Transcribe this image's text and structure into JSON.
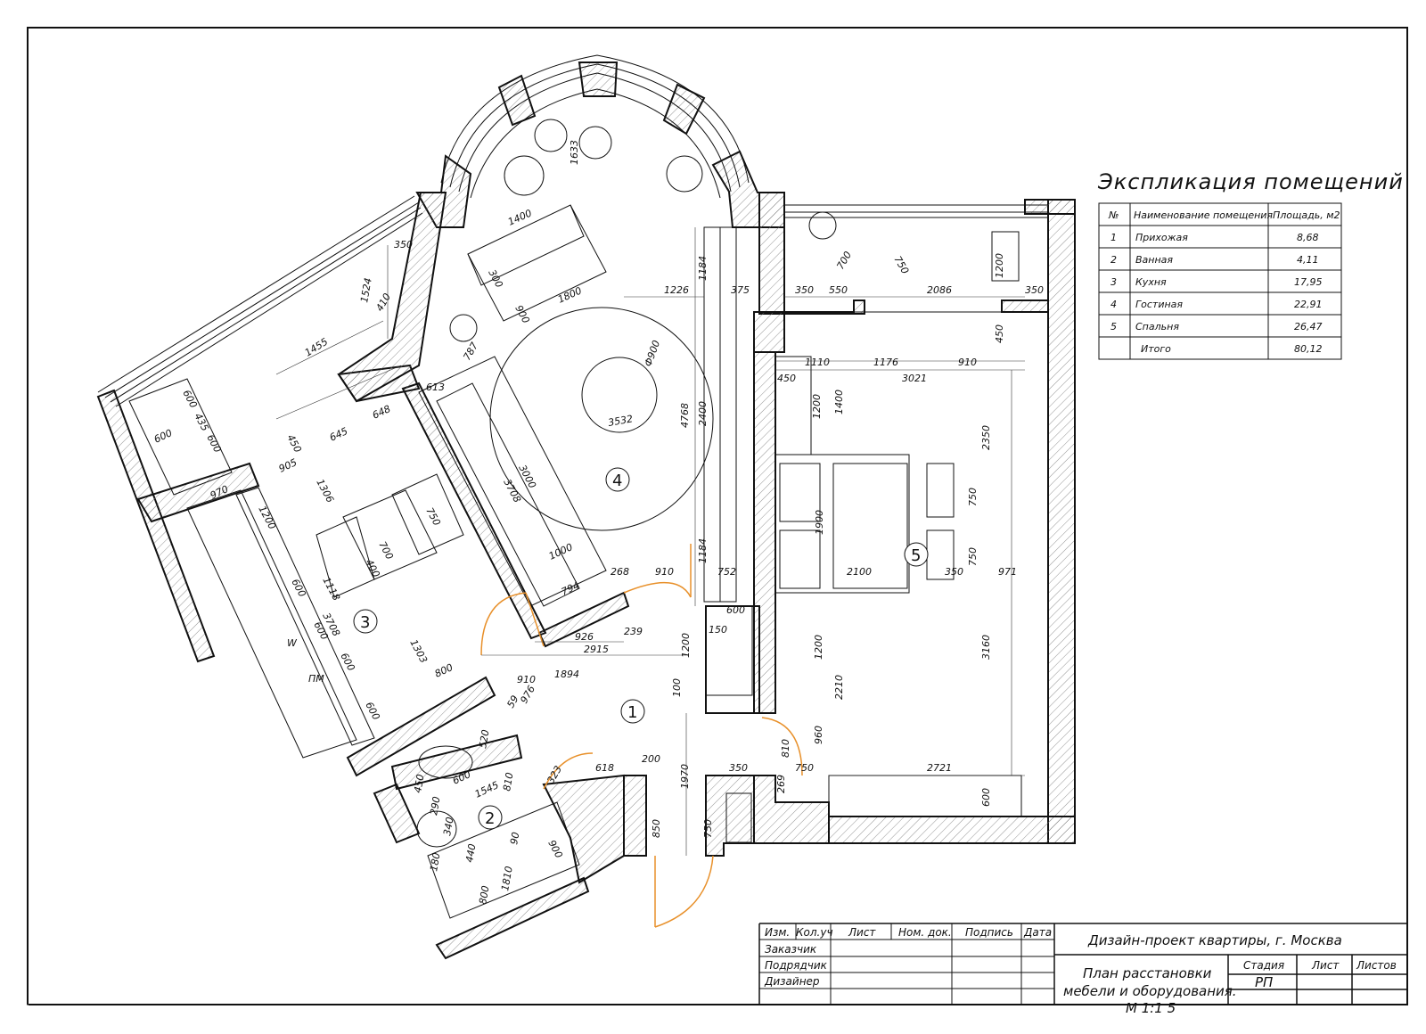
{
  "explication": {
    "title": "Экспликация помещений",
    "headers": [
      "№",
      "Наименование помещения",
      "Площадь, м2"
    ],
    "rows": [
      {
        "no": "1",
        "name": "Прихожая",
        "area": "8,68"
      },
      {
        "no": "2",
        "name": "Ванная",
        "area": "4,11"
      },
      {
        "no": "3",
        "name": "Кухня",
        "area": "17,95"
      },
      {
        "no": "4",
        "name": "Гостиная",
        "area": "22,91"
      },
      {
        "no": "5",
        "name": "Спальня",
        "area": "26,47"
      },
      {
        "no": "",
        "name": "Итого",
        "area": "80,12"
      }
    ]
  },
  "rooms": [
    "1",
    "2",
    "3",
    "4",
    "5"
  ],
  "labels": {
    "pm": "ПМ",
    "w": "W",
    "diameter": "Ф900"
  },
  "dimensions": [
    "1633",
    "1400",
    "300",
    "900",
    "1800",
    "1226",
    "1184",
    "375",
    "350",
    "550",
    "700",
    "750",
    "2086",
    "350",
    "1200",
    "450",
    "1524",
    "410",
    "350",
    "1455",
    "787",
    "613",
    "648",
    "645",
    "450",
    "905",
    "1306",
    "600",
    "435",
    "600",
    "600",
    "970",
    "1200",
    "750",
    "700",
    "1118",
    "400",
    "3708",
    "600",
    "600",
    "600",
    "600",
    "1303",
    "800",
    "926",
    "239",
    "2915",
    "910",
    "1894",
    "976",
    "59",
    "3532",
    "4768",
    "2400",
    "3000",
    "3708",
    "1000",
    "794",
    "268",
    "910",
    "752",
    "1184",
    "600",
    "150",
    "1200",
    "100",
    "1110",
    "1176",
    "910",
    "3021",
    "450",
    "1200",
    "1400",
    "2350",
    "1900",
    "2100",
    "350",
    "750",
    "750",
    "971",
    "1200",
    "2210",
    "3160",
    "960",
    "810",
    "750",
    "2721",
    "600",
    "269",
    "350",
    "1970",
    "750",
    "850",
    "200",
    "618",
    "323",
    "520",
    "810",
    "1545",
    "600",
    "450",
    "290",
    "340",
    "440",
    "180",
    "90",
    "900",
    "800",
    "1810"
  ],
  "stamp": {
    "project": "Дизайн-проект квартиры, г. Москва",
    "cols": [
      "Изм.",
      "Кол.уч",
      "Лист",
      "Ном. док.",
      "Подпись",
      "Дата"
    ],
    "roles": [
      "Заказчик",
      "Подрядчик",
      "Дизайнер"
    ],
    "drawing_title_1": "План расстановки",
    "drawing_title_2": "мебели и оборудования.",
    "drawing_title_3": "М 1:1 5",
    "stage_header": "Стадия",
    "sheet_header": "Лист",
    "sheets_header": "Листов",
    "stage_value": "РП"
  },
  "colors": {
    "line": "#111111",
    "door": "#e8902a",
    "hatch": "#555555"
  }
}
